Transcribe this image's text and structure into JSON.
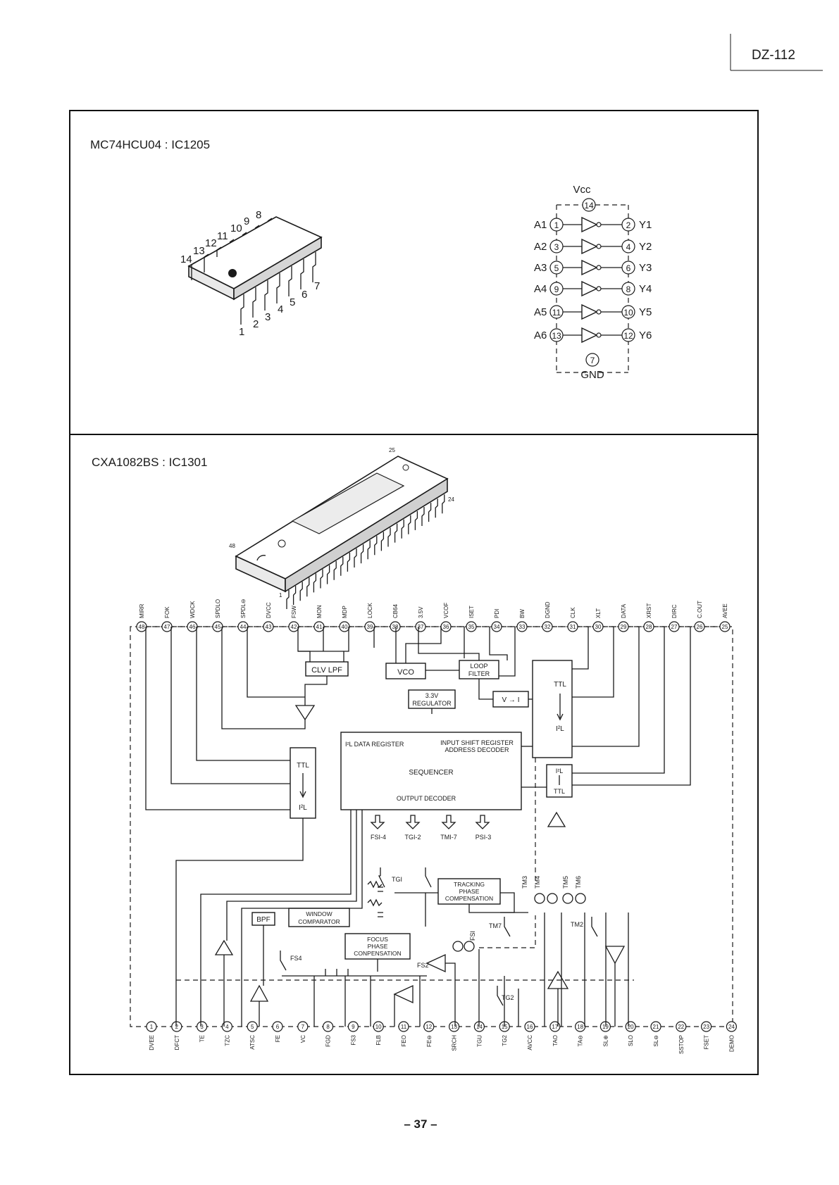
{
  "header": {
    "model": "DZ-112"
  },
  "page_number": "– 37 –",
  "ic1205": {
    "title": "MC74HCU04 : IC1205",
    "vcc_label": "Vcc",
    "vcc_pin": "14",
    "gnd_label": "GND",
    "gnd_pin": "7",
    "package_pins_top": [
      "14",
      "13",
      "12",
      "11",
      "10",
      "9",
      "8"
    ],
    "package_pins_bottom": [
      "1",
      "2",
      "3",
      "4",
      "5",
      "6",
      "7"
    ],
    "inverters": [
      {
        "in_label": "A1",
        "in_pin": "1",
        "out_pin": "2",
        "out_label": "Y1"
      },
      {
        "in_label": "A2",
        "in_pin": "3",
        "out_pin": "4",
        "out_label": "Y2"
      },
      {
        "in_label": "A3",
        "in_pin": "5",
        "out_pin": "6",
        "out_label": "Y3"
      },
      {
        "in_label": "A4",
        "in_pin": "9",
        "out_pin": "8",
        "out_label": "Y4"
      },
      {
        "in_label": "A5",
        "in_pin": "11",
        "out_pin": "10",
        "out_label": "Y5"
      },
      {
        "in_label": "A6",
        "in_pin": "13",
        "out_pin": "12",
        "out_label": "Y6"
      }
    ]
  },
  "ic1301": {
    "title": "CXA1082BS : IC1301",
    "package_marks": {
      "top_right": "25",
      "right": "24",
      "left": "48",
      "bottom": "1"
    },
    "top_pins": [
      {
        "num": "48",
        "name": "MIRR"
      },
      {
        "num": "47",
        "name": "FOK"
      },
      {
        "num": "46",
        "name": "WDCK"
      },
      {
        "num": "45",
        "name": "SPDLO"
      },
      {
        "num": "44",
        "name": "SPDL⊖"
      },
      {
        "num": "43",
        "name": "DVCC"
      },
      {
        "num": "42",
        "name": "FSW"
      },
      {
        "num": "41",
        "name": "MON"
      },
      {
        "num": "40",
        "name": "MDP"
      },
      {
        "num": "39",
        "name": "LOCK"
      },
      {
        "num": "38",
        "name": "CB64"
      },
      {
        "num": "37",
        "name": "3.5V"
      },
      {
        "num": "36",
        "name": "VCOF"
      },
      {
        "num": "35",
        "name": "ISET"
      },
      {
        "num": "34",
        "name": "PDI"
      },
      {
        "num": "33",
        "name": "BW"
      },
      {
        "num": "32",
        "name": "DGND"
      },
      {
        "num": "31",
        "name": "CLK"
      },
      {
        "num": "30",
        "name": "XLT"
      },
      {
        "num": "29",
        "name": "DATA"
      },
      {
        "num": "28",
        "name": "XRST"
      },
      {
        "num": "27",
        "name": "DIRC"
      },
      {
        "num": "26",
        "name": "C.OUT"
      },
      {
        "num": "25",
        "name": "AVEE"
      }
    ],
    "bottom_pins": [
      {
        "num": "1",
        "name": "DVEE"
      },
      {
        "num": "2",
        "name": "DFCT"
      },
      {
        "num": "3",
        "name": "TE"
      },
      {
        "num": "4",
        "name": "TZC"
      },
      {
        "num": "5",
        "name": "ATSC"
      },
      {
        "num": "6",
        "name": "FE"
      },
      {
        "num": "7",
        "name": "VC"
      },
      {
        "num": "8",
        "name": "FGD"
      },
      {
        "num": "9",
        "name": "FS3"
      },
      {
        "num": "10",
        "name": "FLB"
      },
      {
        "num": "11",
        "name": "FEO"
      },
      {
        "num": "12",
        "name": "FE⊖"
      },
      {
        "num": "13",
        "name": "SRCH"
      },
      {
        "num": "14",
        "name": "TGU"
      },
      {
        "num": "15",
        "name": "TG2"
      },
      {
        "num": "16",
        "name": "AVCC"
      },
      {
        "num": "17",
        "name": "TAO"
      },
      {
        "num": "18",
        "name": "TA⊖"
      },
      {
        "num": "19",
        "name": "SL⊕"
      },
      {
        "num": "20",
        "name": "SLO"
      },
      {
        "num": "21",
        "name": "SL⊖"
      },
      {
        "num": "22",
        "name": "SSTOP"
      },
      {
        "num": "23",
        "name": "FSET"
      },
      {
        "num": "24",
        "name": "DEMO"
      }
    ],
    "blocks": {
      "clv_lpf": "CLV LPF",
      "vco": "VCO",
      "loop_filter_1": "LOOP",
      "loop_filter_2": "FILTER",
      "regulator_1": "3.3V",
      "regulator_2": "REGULATOR",
      "v_to_i": "V → I",
      "ttl": "TTL",
      "i2l": "I²L",
      "data_register": "I²L DATA REGISTER",
      "input_shift_1": "INPUT SHIFT REGISTER",
      "input_shift_2": "ADDRESS DECODER",
      "sequencer": "SEQUENCER",
      "output_decoder": "OUTPUT  DECODER",
      "fsi4": "FSI-4",
      "tg12": "TGI-2",
      "tm17": "TMI-7",
      "psi3": "PSI-3",
      "tracking_1": "TRACKING",
      "tracking_2": "PHASE",
      "tracking_3": "COMPENSATION",
      "focus_1": "FOCUS",
      "focus_2": "PHASE",
      "focus_3": "CONPENSATION",
      "bpf": "BPF",
      "window_1": "WINDOW",
      "window_2": "COMPARATOR",
      "tg1": "TGI",
      "tg2": "TG2",
      "tm2": "TM2",
      "tm3": "TM3",
      "tm4": "TM4",
      "tm5": "TM5",
      "tm6": "TM6",
      "tm7": "TM7",
      "fs1": "FSI",
      "fs2": "FS2",
      "fs4": "FS4"
    }
  }
}
